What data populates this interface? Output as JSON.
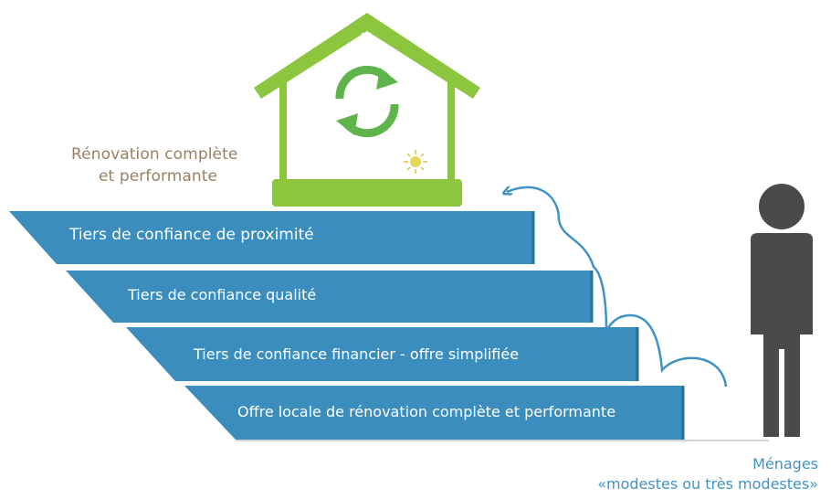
{
  "goal": {
    "line1": "Rénovation complète",
    "line2": "et performante"
  },
  "steps": [
    {
      "label": "Tiers de confiance de proximité"
    },
    {
      "label": "Tiers de confiance qualité"
    },
    {
      "label": "Tiers de confiance financier - offre simplifiée"
    },
    {
      "label": "Offre locale de rénovation complète et performante"
    }
  ],
  "audience": {
    "line1": "Ménages",
    "line2": "«modestes ou très modestes»"
  },
  "colors": {
    "step_blue": "#3a8dbd",
    "house_green": "#8cc63f",
    "arrow_blue": "#3f93c4",
    "person_gray": "#4a4a4c",
    "caption_brown": "#9a7f63"
  },
  "icons": [
    "house-icon",
    "recycle-arrows-icon",
    "sun-icon",
    "person-icon",
    "curved-arrow-icon"
  ]
}
